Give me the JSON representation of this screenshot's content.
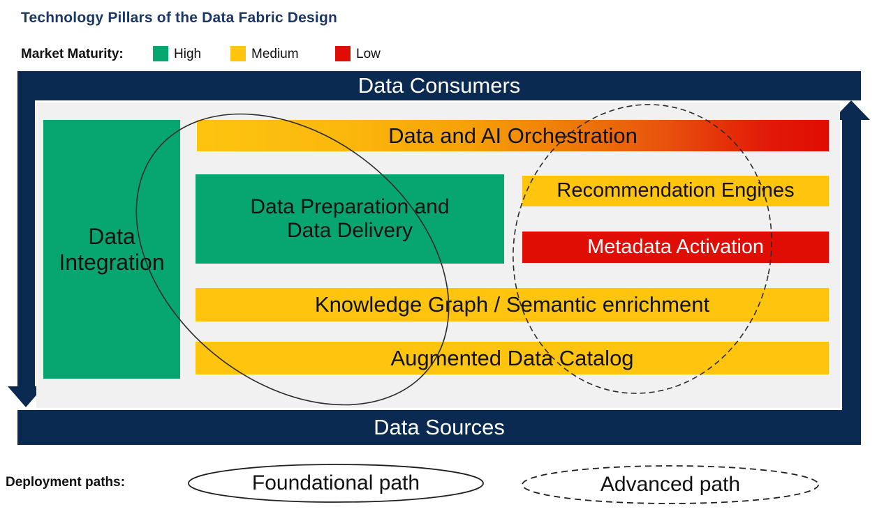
{
  "title": {
    "text": "Technology Pillars of the Data Fabric Design"
  },
  "maturity_legend": {
    "label": "Market Maturity:",
    "items": [
      {
        "label": "High",
        "level": "high"
      },
      {
        "label": "Medium",
        "level": "medium"
      },
      {
        "label": "Low",
        "level": "low"
      }
    ]
  },
  "diagram": {
    "consumers_bar": "Data Consumers",
    "sources_bar": "Data Sources",
    "pillars": {
      "integration": {
        "line1": "Data",
        "line2": "Integration",
        "maturity": "High"
      },
      "orchestration": {
        "label": "Data and AI Orchestration",
        "maturity": "Medium to Low"
      },
      "preparation": {
        "line1": "Data Preparation and",
        "line2": "Data Delivery",
        "maturity": "High"
      },
      "recommendation": {
        "label": "Recommendation Engines",
        "maturity": "Medium"
      },
      "metadata": {
        "label": "Metadata Activation",
        "maturity": "Low"
      },
      "knowledge": {
        "label": "Knowledge Graph / Semantic enrichment",
        "maturity": "Medium"
      },
      "catalog": {
        "label": "Augmented Data Catalog",
        "maturity": "Medium"
      }
    }
  },
  "deployment": {
    "label": "Deployment paths:",
    "foundational": "Foundational path",
    "advanced": "Advanced path"
  },
  "colors": {
    "navy": "#0b2a52",
    "title_blue": "#1b3767",
    "green": "#07a56f",
    "yellow": "#fec40e",
    "red": "#df0d04",
    "panel_gray": "#f1f1f1",
    "orchestration_gradient": "linear-gradient(90deg,#fdc40f 0%,#fcb90d 22%,#f6a307 42%,#ef7d08 58%,#e8520d 74%,#e21a07 90%,#df0c02 100%)"
  }
}
